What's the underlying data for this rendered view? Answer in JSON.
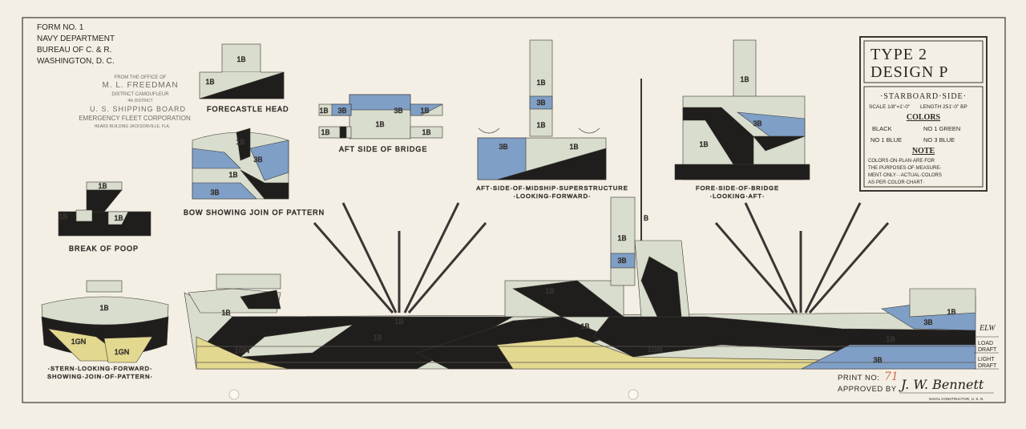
{
  "header": {
    "form_lines": [
      "FORM NO. 1",
      "NAVY DEPARTMENT",
      "BUREAU OF C. & R.",
      "WASHINGTON, D. C."
    ]
  },
  "stamp": {
    "lines": [
      "FROM THE OFFICE OF",
      "M. L. FREEDMAN",
      "DISTRICT CAMOUFLEUR",
      "4th DISTRICT",
      "U. S. SHIPPING BOARD",
      "EMERGENCY FLEET CORPORATION",
      "HEARD BUILDING        JACKSONVILLE, FLA."
    ]
  },
  "title_box": {
    "type": "TYPE 2",
    "design": "DESIGN P",
    "side": "·STARBOARD·SIDE·",
    "scale": "SCALE 1/8\"=1'-0\"",
    "length": "LENGTH 251'-0\" BP",
    "colors_heading": "COLORS",
    "colors": [
      "BLACK",
      "NO 1 GREEN",
      "NO 1 BLUE",
      "NO 3 BLUE"
    ],
    "note_heading": "NOTE",
    "note_lines": [
      "COLORS·ON·PLAN·ARE·FOR",
      "THE·PURPOSES·OF·MEASURE-",
      "MENT·ONLY···ACTUAL·COLORS",
      "AS·PER·COLOR·CHART·"
    ]
  },
  "views": {
    "forecastle_head": "FORECASTLE HEAD",
    "aft_side_bridge": "AFT SIDE OF BRIDGE",
    "bow_join": "BOW SHOWING JOIN OF PATTERN",
    "break_of_poop": "BREAK OF POOP",
    "aft_midship": [
      "AFT·SIDE·OF·MIDSHIP·SUPERSTRUCTURE",
      "·LOOKING·FORWARD·"
    ],
    "fore_bridge": [
      "FORE·SIDE·OF·BRIDGE",
      "·LOOKING·AFT·"
    ],
    "stern": [
      "·STERN·LOOKING·FORWARD·",
      "SHOWING·JOIN·OF·PATTERN·"
    ]
  },
  "color_codes": {
    "b1": "1B",
    "b3": "3B",
    "gn": "1GN",
    "b": "B"
  },
  "draft": {
    "load": [
      "LOAD",
      "DRAFT"
    ],
    "light": [
      "LIGHT",
      "DRAFT"
    ]
  },
  "footer": {
    "print_label": "PRINT NO:",
    "print_no": "71",
    "approved_label": "APPROVED BY",
    "signature": "J. W. Bennett",
    "constructor": "NAVAL CONSTRUCTOR, U. S. N.",
    "initials": "ELW"
  },
  "palette": {
    "paper": "#f4efe4",
    "black": "#201e1c",
    "green1": "#d9ddcd",
    "blue3": "#7f9fc6",
    "yellow": "#e3d88f"
  }
}
